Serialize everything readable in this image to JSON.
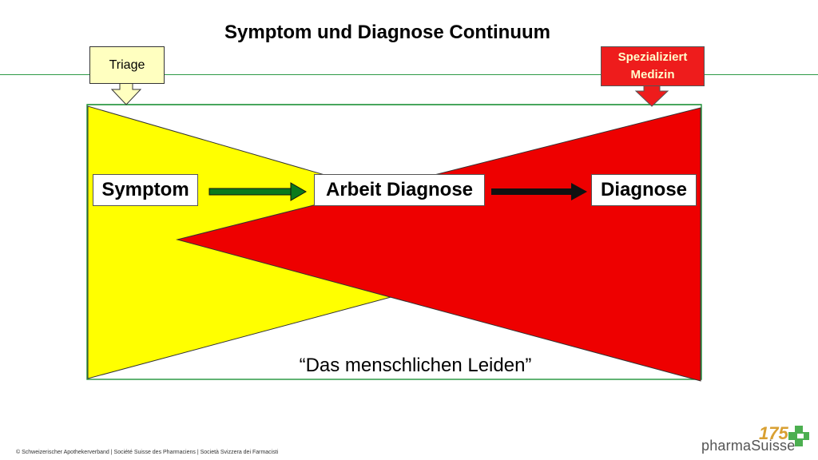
{
  "title": "Symptom und Diagnose Continuum",
  "triage_label": "Triage",
  "specialized": {
    "line1": "Spezializiert",
    "line2": "Medizin"
  },
  "boxes": {
    "symptom": "Symptom",
    "work_diagnosis": "Arbeit Diagnose",
    "diagnosis": "Diagnose"
  },
  "caption": "“Das menschlichen Leiden”",
  "footer": "© Schweizerischer Apothekerverband | Société Suisse des Pharmaciens | Società Svizzera dei Farmacisti",
  "logo": {
    "number": "175",
    "wordmark": "pharmaSuisse"
  },
  "colors": {
    "yellow": "#ffff00",
    "red": "#ee0000",
    "green_line": "#2e9a46",
    "arrow_green": "#0b7a1c",
    "triage_fill": "#ffffc0",
    "spez_text": "#ffffcc",
    "logo_green": "#4caf50",
    "logo_gold": "#d9a032"
  },
  "icons": [
    "triage-pointer-arrow",
    "specialized-pointer-arrow",
    "green-right-arrow",
    "black-right-arrow",
    "pharma-cross-icon"
  ]
}
